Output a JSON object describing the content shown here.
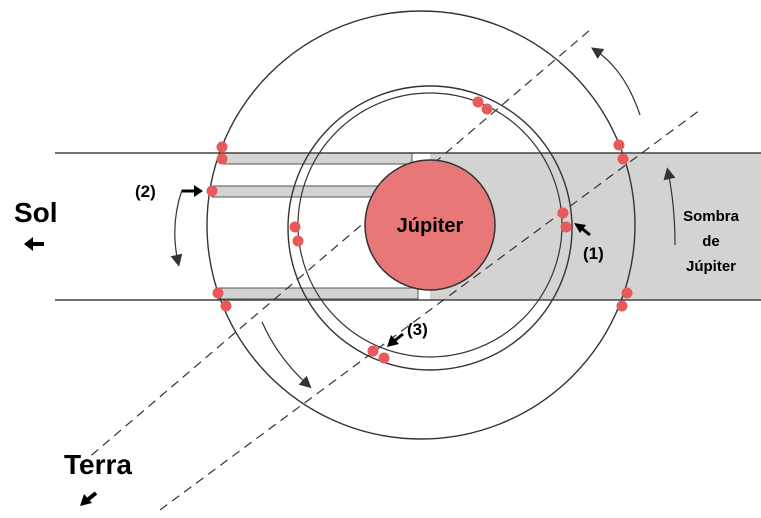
{
  "labels": {
    "sun": "Sol",
    "earth": "Terra",
    "planet": "Júpiter",
    "shadow_line1": "Sombra",
    "shadow_line2": "de",
    "shadow_line3": "Júpiter",
    "marker1": "(1)",
    "marker2": "(2)",
    "marker3": "(3)"
  },
  "colors": {
    "planet": "#e87878",
    "moon_dot": "#e85a5a",
    "shadow": "#d3d3d3",
    "line": "#444444"
  },
  "icons": {
    "sun_direction": "arrow-left-icon",
    "earth_direction": "arrow-down-left-icon",
    "marker_pointer": "arrow-pointer-icon",
    "orbit_motion": "curved-arrow-icon"
  }
}
